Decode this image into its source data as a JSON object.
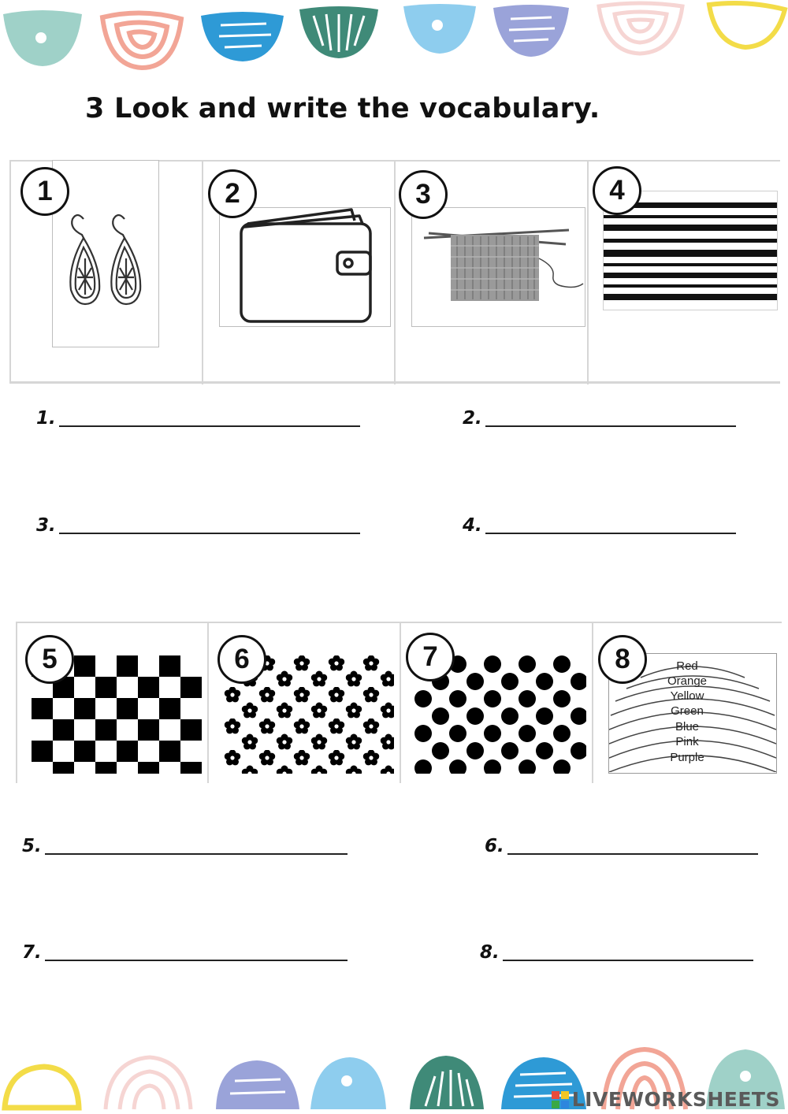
{
  "header": {
    "title": "3 Look and write the vocabulary."
  },
  "top_items": [
    {
      "number": "1",
      "icon": "earrings-icon"
    },
    {
      "number": "2",
      "icon": "wallet-icon"
    },
    {
      "number": "3",
      "icon": "knitting-icon"
    },
    {
      "number": "4",
      "icon": "stripes-pattern-icon"
    }
  ],
  "bottom_items": [
    {
      "number": "5",
      "icon": "checked-pattern-icon"
    },
    {
      "number": "6",
      "icon": "flowery-pattern-icon"
    },
    {
      "number": "7",
      "icon": "spotted-pattern-icon"
    },
    {
      "number": "8",
      "icon": "rainbow-icon"
    }
  ],
  "rainbow_labels": [
    "Red",
    "Orange",
    "Yellow",
    "Green",
    "Blue",
    "Pink",
    "Purple"
  ],
  "answers": [
    {
      "label": "1."
    },
    {
      "label": "2."
    },
    {
      "label": "3."
    },
    {
      "label": "4."
    },
    {
      "label": "5."
    },
    {
      "label": "6."
    },
    {
      "label": "7."
    },
    {
      "label": "8."
    }
  ],
  "colors": {
    "teal": "#9fd1c8",
    "coral": "#f2a596",
    "blue": "#2e9ad6",
    "green": "#3f8a78",
    "sky": "#8ecdee",
    "lavender": "#9aa3d9",
    "pink": "#f6d5d3",
    "yellow": "#f3dc48"
  },
  "footer": {
    "logo_text": "LIVEWORKSHEETS"
  }
}
